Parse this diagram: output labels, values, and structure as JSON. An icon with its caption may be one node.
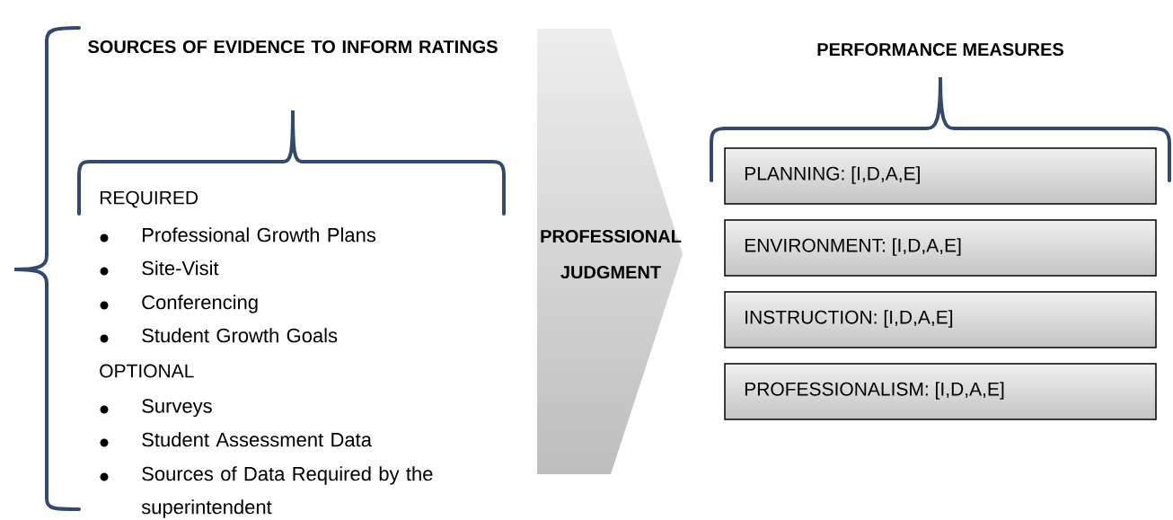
{
  "diagram": {
    "nodes": [
      {
        "text": [
          "PROFESSIONAL JUDGMENT"
        ]
      },
      {
        "text": [
          "PLANNING: [I,D,A,E]"
        ]
      },
      {
        "text": [
          "ENVIRONMENT: [I,D,A,E]"
        ]
      },
      {
        "text": [
          "INSTRUCTION: [I,D,A,E]"
        ]
      },
      {
        "text": [
          "PROFESSIONALISM: [I,D,A,E]"
        ]
      }
    ],
    "edges": [],
    "labels": [
      "SOURCES OF EVIDENCE TO INFORM RATINGS",
      "REQUIRED",
      "Professional Growth Plans",
      "Site-Visit",
      "Conferencing",
      "Student Growth Goals",
      "OPTIONAL",
      "Surveys",
      "Student Assessment Data",
      "Sources of Data Required by the superintendent",
      "PERFORMANCE MEASURES"
    ]
  }
}
